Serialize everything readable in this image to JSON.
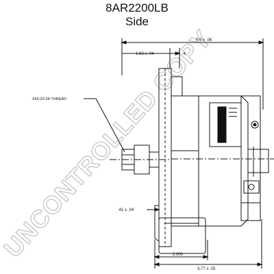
{
  "header": {
    "model": "8AR2200LB",
    "view": "Side"
  },
  "dimensions": {
    "overall_length": "5.9 ± .06",
    "flange_to_shaft": "1.63 ± .04",
    "tick_small": ".4",
    "thread": ".669-20-2A THREAD",
    "shaft_offset": ".41 ± .04",
    "mount_width": "2.000",
    "mount_to_rear": "3.77 ± .05"
  },
  "watermark": {
    "text": "UNCONTROLLED COPY"
  }
}
